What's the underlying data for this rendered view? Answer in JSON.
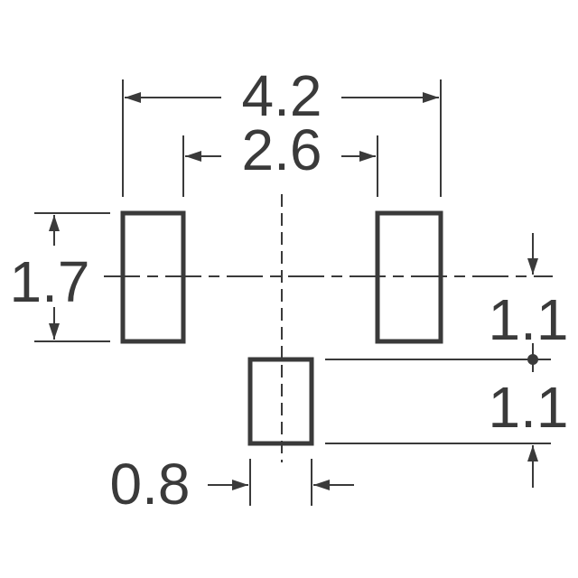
{
  "drawing": {
    "type": "land-pattern",
    "units": "",
    "colors": {
      "line": "#3a3a3a",
      "background": "#ffffff"
    }
  },
  "dimensions": {
    "overall_width": "4.2",
    "inner_width": "2.6",
    "pad_height": "1.7",
    "pitch_upper": "1.1",
    "pitch_lower": "1.1",
    "small_pad_width": "0.8"
  }
}
